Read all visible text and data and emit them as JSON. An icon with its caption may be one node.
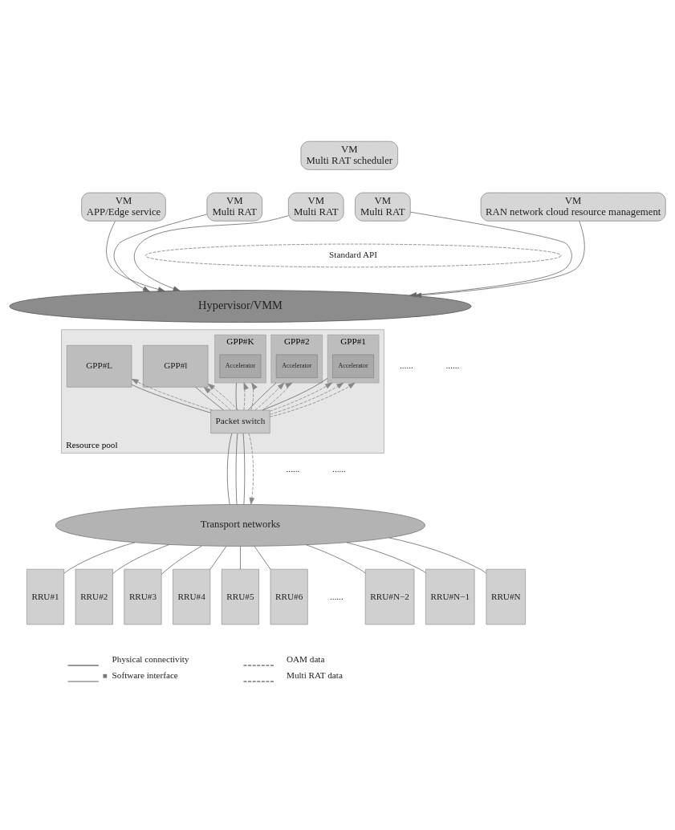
{
  "diagram": {
    "nodes": [
      {
        "text": [
          "VM",
          "APP/Edge service"
        ]
      },
      {
        "text": [
          "VM",
          "Multi RAT"
        ]
      },
      {
        "text": [
          "VM",
          "Multi RAT scheduler"
        ]
      },
      {
        "text": [
          "VM",
          "Multi RAT"
        ]
      },
      {
        "text": [
          "VM",
          "Multi RAT"
        ]
      },
      {
        "text": [
          "VM",
          "RAN network cloud resource management"
        ]
      },
      {
        "text": [
          "Standard API"
        ]
      },
      {
        "text": [
          "Hypervisor/VMM"
        ]
      },
      {
        "text": [
          "Resource pool"
        ]
      },
      {
        "text": [
          "GPP#1"
        ],
        "in": 8
      },
      {
        "text": [
          "Accelerator"
        ],
        "in": 9
      },
      {
        "text": [
          "GPP#2"
        ],
        "in": 8
      },
      {
        "text": [
          "Accelerator"
        ],
        "in": 11
      },
      {
        "text": [
          "GPP#K"
        ],
        "in": 8
      },
      {
        "text": [
          "Accelerator"
        ],
        "in": 13
      },
      {
        "text": [
          "GPP#l"
        ],
        "in": 8
      },
      {
        "text": [
          "GPP#L"
        ],
        "in": 8
      },
      {
        "text": [
          "Packet switch"
        ],
        "in": 8
      },
      {
        "text": [
          "Transport networks"
        ]
      },
      {
        "text": [
          "RRU#1"
        ]
      },
      {
        "text": [
          "RRU#2"
        ]
      },
      {
        "text": [
          "RRU#3"
        ]
      },
      {
        "text": [
          "RRU#4"
        ]
      },
      {
        "text": [
          "RRU#5"
        ]
      },
      {
        "text": [
          "RRU#6"
        ]
      },
      {
        "text": [
          "RRU#N−2"
        ]
      },
      {
        "text": [
          "RRU#N−1"
        ]
      },
      {
        "text": [
          "RRU#N"
        ]
      }
    ],
    "edges": [
      {
        "from": 0,
        "to": 7,
        "arrow": "to"
      },
      {
        "from": 1,
        "to": 7,
        "arrow": "to"
      },
      {
        "from": 3,
        "to": 7,
        "arrow": "to"
      },
      {
        "from": 4,
        "to": 7,
        "arrow": "to"
      },
      {
        "from": 5,
        "to": 7,
        "arrow": "to"
      },
      {
        "from": 17,
        "to": 9,
        "arrow": "none"
      },
      {
        "from": 17,
        "to": 11,
        "arrow": "none"
      },
      {
        "from": 17,
        "to": 13,
        "arrow": "none"
      },
      {
        "from": 17,
        "to": 15,
        "arrow": "none"
      },
      {
        "from": 17,
        "to": 16,
        "arrow": "none"
      },
      {
        "from": 17,
        "to": 9,
        "arrow": "to",
        "style": "dashed"
      },
      {
        "from": 17,
        "to": 9,
        "arrow": "to",
        "style": "dashed"
      },
      {
        "from": 17,
        "to": 9,
        "arrow": "to",
        "style": "dashed"
      },
      {
        "from": 17,
        "to": 11,
        "arrow": "to",
        "style": "dashed"
      },
      {
        "from": 17,
        "to": 11,
        "arrow": "to",
        "style": "dashed"
      },
      {
        "from": 17,
        "to": 13,
        "arrow": "to",
        "style": "dashed"
      },
      {
        "from": 17,
        "to": 13,
        "arrow": "to",
        "style": "dashed"
      },
      {
        "from": 17,
        "to": 15,
        "arrow": "to",
        "style": "dashed"
      },
      {
        "from": 17,
        "to": 15,
        "arrow": "to",
        "style": "dashed"
      },
      {
        "from": 17,
        "to": 16,
        "arrow": "to",
        "style": "dashed"
      },
      {
        "from": 17,
        "to": 18,
        "arrow": "none"
      },
      {
        "from": 17,
        "to": 18,
        "arrow": "none"
      },
      {
        "from": 17,
        "to": 18,
        "arrow": "none"
      },
      {
        "from": 17,
        "to": 18,
        "arrow": "to",
        "style": "dashed"
      },
      {
        "from": 18,
        "to": 19,
        "arrow": "none"
      },
      {
        "from": 18,
        "to": 20,
        "arrow": "none"
      },
      {
        "from": 18,
        "to": 21,
        "arrow": "none"
      },
      {
        "from": 18,
        "to": 22,
        "arrow": "none"
      },
      {
        "from": 18,
        "to": 23,
        "arrow": "none"
      },
      {
        "from": 18,
        "to": 24,
        "arrow": "none"
      },
      {
        "from": 18,
        "to": 25,
        "arrow": "none"
      },
      {
        "from": 18,
        "to": 26,
        "arrow": "none"
      },
      {
        "from": 18,
        "to": 27,
        "arrow": "none"
      }
    ],
    "labels": [
      "......",
      "......",
      "......",
      "......",
      "......"
    ],
    "legend": [
      {
        "text": "Physical connectivity"
      },
      {
        "text": "OAM data"
      },
      {
        "text": "Software interface"
      },
      {
        "text": "Multi RAT data"
      }
    ]
  }
}
